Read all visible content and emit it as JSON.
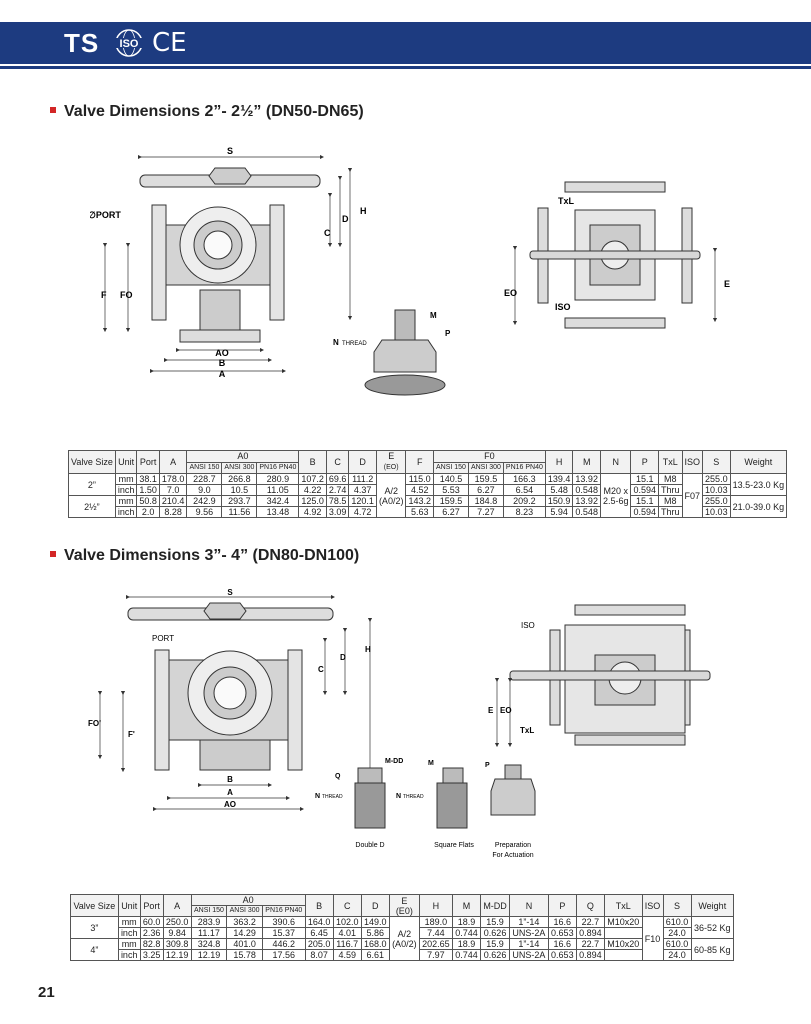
{
  "header": {
    "brand": "TS",
    "iso_mark": "ISO",
    "ce_mark": "CE"
  },
  "section1": {
    "title": "Valve Dimensions 2”- 2½” (DN50-DN65)",
    "labels": {
      "S": "S",
      "port": "∅PORT",
      "H": "H",
      "D": "D",
      "C": "C",
      "F": "F",
      "FO": "FO",
      "AO": "AO",
      "B": "B",
      "A": "A",
      "TxL": "TxL",
      "EO": "EO",
      "E": "E",
      "ISO": "ISO",
      "M": "M",
      "P": "P",
      "N": "N",
      "thread": "THREAD"
    },
    "table": {
      "col_headers": [
        "Valve Size",
        "Unit",
        "Port",
        "A",
        "A0",
        "ANSI 150",
        "ANSI 300",
        "PN16 PN40",
        "B",
        "C",
        "D",
        "E",
        "(EO)",
        "F",
        "F0",
        "ANSI 150",
        "ANSI 300",
        "PN16 PN40",
        "H",
        "M",
        "N",
        "P",
        "TxL",
        "ISO",
        "S",
        "Weight"
      ],
      "rows": [
        {
          "size": "2”",
          "units": [
            "mm",
            "inch"
          ],
          "port": [
            "38.1",
            "1.50"
          ],
          "a": [
            "178.0",
            "7.0"
          ],
          "a0_150": [
            "228.7",
            "9.0"
          ],
          "a0_300": [
            "266.8",
            "10.5"
          ],
          "a0_pn": [
            "280.9",
            "11.05"
          ],
          "b": [
            "107.2",
            "4.22"
          ],
          "c": [
            "69.6",
            "2.74"
          ],
          "d": [
            "111.2",
            "4.37"
          ],
          "f": [
            "115.0",
            "4.52"
          ],
          "f0_150": [
            "140.5",
            "5.53"
          ],
          "f0_300": [
            "159.5",
            "6.27"
          ],
          "f0_pn": [
            "166.3",
            "6.54"
          ],
          "h": [
            "139.4",
            "5.48"
          ],
          "m": [
            "13.92",
            "0.548"
          ],
          "p": [
            "15.1",
            "0.594"
          ],
          "txl": [
            "M8",
            "Thru"
          ],
          "s": [
            "255.0",
            "10.03"
          ],
          "weight": "13.5-23.0 Kg"
        },
        {
          "size": "2½”",
          "units": [
            "mm",
            "inch"
          ],
          "port": [
            "50.8",
            "2.0"
          ],
          "a": [
            "210.4",
            "8.28"
          ],
          "a0_150": [
            "242.9",
            "9.56"
          ],
          "a0_300": [
            "293.7",
            "11.56"
          ],
          "a0_pn": [
            "342.4",
            "13.48"
          ],
          "b": [
            "125.0",
            "4.92"
          ],
          "c": [
            "78.5",
            "3.09"
          ],
          "d": [
            "120.1",
            "4.72"
          ],
          "f": [
            "143.2",
            "5.63"
          ],
          "f0_150": [
            "159.5",
            "6.27"
          ],
          "f0_300": [
            "184.8",
            "7.27"
          ],
          "f0_pn": [
            "209.2",
            "8.23"
          ],
          "h": [
            "150.9",
            "5.94"
          ],
          "m": [
            "13.92",
            "0.548"
          ],
          "p": [
            "15.1",
            "0.594"
          ],
          "txl": [
            "M8",
            "Thru"
          ],
          "s": [
            "255.0",
            "10.03"
          ],
          "weight": "21.0-39.0 Kg"
        }
      ],
      "e_shared": "A/2",
      "eo_shared": "(A0/2)",
      "n_shared_1": "M20 x",
      "n_shared_2": "2.5-6g",
      "iso_shared": "F07"
    }
  },
  "section2": {
    "title": "Valve Dimensions 3”- 4” (DN80-DN100)",
    "labels": {
      "S": "S",
      "port": "PORT",
      "H": "H",
      "D": "D",
      "C": "C",
      "FO": "FO'",
      "F": "F'",
      "B": "B",
      "A": "A",
      "AO": "AO",
      "ISO": "ISO",
      "E": "E",
      "EO": "EO",
      "TxL": "TxL",
      "Q": "Q",
      "MDD": "M-DD",
      "N": "N",
      "thread": "THREAD",
      "M": "M",
      "P": "P",
      "double_d": "Double D",
      "square_flats": "Square Flats",
      "prep1": "Preparation",
      "prep2": "For Actuation"
    },
    "table": {
      "col_headers": [
        "Valve Size",
        "Unit",
        "Port",
        "A",
        "A0",
        "ANSI 150",
        "ANSI 300",
        "PN16 PN40",
        "B",
        "C",
        "D",
        "E",
        "(E0)",
        "H",
        "M",
        "M-DD",
        "N",
        "P",
        "Q",
        "TxL",
        "ISO",
        "S",
        "Weight"
      ],
      "rows": [
        {
          "size": "3”",
          "units": [
            "mm",
            "inch"
          ],
          "port": [
            "60.0",
            "2.36"
          ],
          "a": [
            "250.0",
            "9.84"
          ],
          "a0_150": [
            "283.9",
            "11.17"
          ],
          "a0_300": [
            "363.2",
            "14.29"
          ],
          "a0_pn": [
            "390.6",
            "15.37"
          ],
          "b": [
            "164.0",
            "6.45"
          ],
          "c": [
            "102.0",
            "4.01"
          ],
          "d": [
            "149.0",
            "5.86"
          ],
          "h": [
            "189.0",
            "7.44"
          ],
          "m": [
            "18.9",
            "0.744"
          ],
          "mdd": [
            "15.9",
            "0.626"
          ],
          "n": [
            "1”-14",
            "UNS-2A"
          ],
          "p": [
            "16.6",
            "0.653"
          ],
          "q": [
            "22.7",
            "0.894"
          ],
          "txl": "M10x20",
          "s": [
            "610.0",
            "24.0"
          ],
          "weight": "36-52 Kg"
        },
        {
          "size": "4”",
          "units": [
            "mm",
            "inch"
          ],
          "port": [
            "82.8",
            "3.25"
          ],
          "a": [
            "309.8",
            "12.19"
          ],
          "a0_150": [
            "324.8",
            "12.19"
          ],
          "a0_300": [
            "401.0",
            "15.78"
          ],
          "a0_pn": [
            "446.2",
            "17.56"
          ],
          "b": [
            "205.0",
            "8.07"
          ],
          "c": [
            "116.7",
            "4.59"
          ],
          "d": [
            "168.0",
            "6.61"
          ],
          "h": [
            "202.65",
            "7.97"
          ],
          "m": [
            "18.9",
            "0.744"
          ],
          "mdd": [
            "15.9",
            "0.626"
          ],
          "n": [
            "1”-14",
            "UNS-2A"
          ],
          "p": [
            "16.6",
            "0.653"
          ],
          "q": [
            "22.7",
            "0.894"
          ],
          "txl": "M10x20",
          "s": [
            "610.0",
            "24.0"
          ],
          "weight": "60-85 Kg"
        }
      ],
      "e_shared": "A/2",
      "eo_shared": "(A0/2)",
      "iso_shared": "F10"
    }
  },
  "footer": {
    "page_number": "21"
  },
  "colors": {
    "header_blue": "#1d3b80",
    "bullet_red": "#d32626"
  }
}
